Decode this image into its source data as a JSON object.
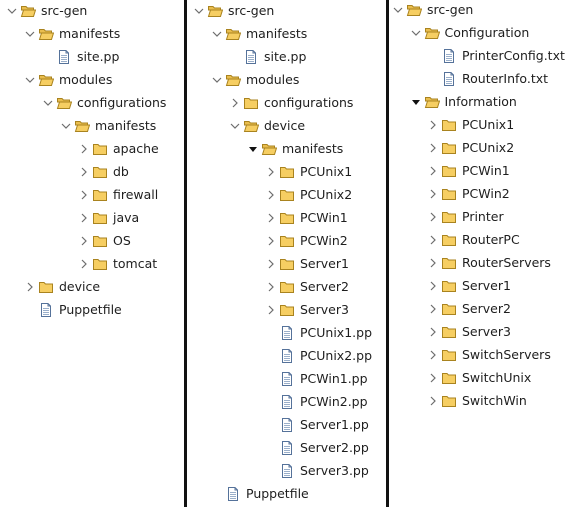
{
  "panels": [
    {
      "name": "tree-panel-1",
      "rows": [
        {
          "d": 0,
          "t": "open",
          "i": "folder-open",
          "label": "src-gen"
        },
        {
          "d": 1,
          "t": "open",
          "i": "folder-open",
          "label": "manifests"
        },
        {
          "d": 2,
          "t": "none",
          "i": "file",
          "label": "site.pp"
        },
        {
          "d": 1,
          "t": "open",
          "i": "folder-open",
          "label": "modules"
        },
        {
          "d": 2,
          "t": "open",
          "i": "folder-open",
          "label": "configurations"
        },
        {
          "d": 3,
          "t": "open",
          "i": "folder-open",
          "label": "manifests"
        },
        {
          "d": 4,
          "t": "closed",
          "i": "folder",
          "label": "apache"
        },
        {
          "d": 4,
          "t": "closed",
          "i": "folder",
          "label": "db"
        },
        {
          "d": 4,
          "t": "closed",
          "i": "folder",
          "label": "firewall"
        },
        {
          "d": 4,
          "t": "closed",
          "i": "folder",
          "label": "java"
        },
        {
          "d": 4,
          "t": "closed",
          "i": "folder",
          "label": "OS"
        },
        {
          "d": 4,
          "t": "closed",
          "i": "folder",
          "label": "tomcat"
        },
        {
          "d": 1,
          "t": "closed",
          "i": "folder",
          "label": "device"
        },
        {
          "d": 1,
          "t": "none",
          "i": "file",
          "label": "Puppetfile"
        }
      ]
    },
    {
      "name": "tree-panel-2",
      "rows": [
        {
          "d": 0,
          "t": "open",
          "i": "folder-open",
          "label": "src-gen"
        },
        {
          "d": 1,
          "t": "open",
          "i": "folder-open",
          "label": "manifests"
        },
        {
          "d": 2,
          "t": "none",
          "i": "file",
          "label": "site.pp"
        },
        {
          "d": 1,
          "t": "open",
          "i": "folder-open",
          "label": "modules"
        },
        {
          "d": 2,
          "t": "closed",
          "i": "folder",
          "label": "configurations"
        },
        {
          "d": 2,
          "t": "open",
          "i": "folder-open",
          "label": "device"
        },
        {
          "d": 3,
          "t": "expanded",
          "i": "folder-open",
          "label": "manifests"
        },
        {
          "d": 4,
          "t": "closed",
          "i": "folder",
          "label": "PCUnix1"
        },
        {
          "d": 4,
          "t": "closed",
          "i": "folder",
          "label": "PCUnix2"
        },
        {
          "d": 4,
          "t": "closed",
          "i": "folder",
          "label": "PCWin1"
        },
        {
          "d": 4,
          "t": "closed",
          "i": "folder",
          "label": "PCWin2"
        },
        {
          "d": 4,
          "t": "closed",
          "i": "folder",
          "label": "Server1"
        },
        {
          "d": 4,
          "t": "closed",
          "i": "folder",
          "label": "Server2"
        },
        {
          "d": 4,
          "t": "closed",
          "i": "folder",
          "label": "Server3"
        },
        {
          "d": 4,
          "t": "none",
          "i": "file",
          "label": "PCUnix1.pp"
        },
        {
          "d": 4,
          "t": "none",
          "i": "file",
          "label": "PCUnix2.pp"
        },
        {
          "d": 4,
          "t": "none",
          "i": "file",
          "label": "PCWin1.pp"
        },
        {
          "d": 4,
          "t": "none",
          "i": "file",
          "label": "PCWin2.pp"
        },
        {
          "d": 4,
          "t": "none",
          "i": "file",
          "label": "Server1.pp"
        },
        {
          "d": 4,
          "t": "none",
          "i": "file",
          "label": "Server2.pp"
        },
        {
          "d": 4,
          "t": "none",
          "i": "file",
          "label": "Server3.pp"
        },
        {
          "d": 1,
          "t": "none",
          "i": "file",
          "label": "Puppetfile"
        }
      ]
    },
    {
      "name": "tree-panel-3",
      "rows": [
        {
          "d": 0,
          "t": "open",
          "i": "folder-open",
          "label": "src-gen"
        },
        {
          "d": 1,
          "t": "open",
          "i": "folder-open",
          "label": "Configuration"
        },
        {
          "d": 2,
          "t": "none",
          "i": "file",
          "label": "PrinterConfig.txt"
        },
        {
          "d": 2,
          "t": "none",
          "i": "file",
          "label": "RouterInfo.txt"
        },
        {
          "d": 1,
          "t": "expanded",
          "i": "folder-open",
          "label": "Information"
        },
        {
          "d": 2,
          "t": "closed",
          "i": "folder",
          "label": "PCUnix1"
        },
        {
          "d": 2,
          "t": "closed",
          "i": "folder",
          "label": "PCUnix2"
        },
        {
          "d": 2,
          "t": "closed",
          "i": "folder",
          "label": "PCWin1"
        },
        {
          "d": 2,
          "t": "closed",
          "i": "folder",
          "label": "PCWin2"
        },
        {
          "d": 2,
          "t": "closed",
          "i": "folder",
          "label": "Printer"
        },
        {
          "d": 2,
          "t": "closed",
          "i": "folder",
          "label": "RouterPC"
        },
        {
          "d": 2,
          "t": "closed",
          "i": "folder",
          "label": "RouterServers"
        },
        {
          "d": 2,
          "t": "closed",
          "i": "folder",
          "label": "Server1"
        },
        {
          "d": 2,
          "t": "closed",
          "i": "folder",
          "label": "Server2"
        },
        {
          "d": 2,
          "t": "closed",
          "i": "folder",
          "label": "Server3"
        },
        {
          "d": 2,
          "t": "closed",
          "i": "folder",
          "label": "SwitchServers"
        },
        {
          "d": 2,
          "t": "closed",
          "i": "folder",
          "label": "SwitchUnix"
        },
        {
          "d": 2,
          "t": "closed",
          "i": "folder",
          "label": "SwitchWin"
        }
      ]
    }
  ],
  "colors": {
    "folder_fill": "#f6ce62",
    "folder_stroke": "#a9831f",
    "file_stroke": "#55729a",
    "twisty": "#6d6d6d",
    "twisty_expanded": "#111111"
  }
}
